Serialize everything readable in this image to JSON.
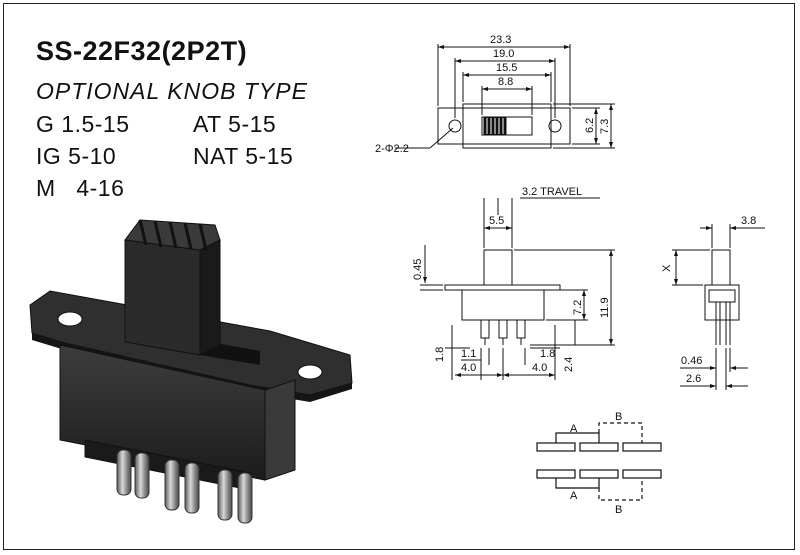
{
  "title": "SS-22F32(2P2T)",
  "subtitle": "OPTIONAL KNOB TYPE",
  "specs": {
    "g": "G 1.5-15",
    "at": "AT  5-15",
    "ig": "IG  5-10",
    "nat": "NAT 5-15",
    "m": "M   4-16"
  },
  "top_view": {
    "dim_overall": "23.3",
    "dim_holes": "19.0",
    "dim_body": "15.5",
    "dim_slot": "8.8",
    "dim_height_inner": "6.2",
    "dim_height_outer": "7.3",
    "dim_hole_dia": "2-Φ2.2"
  },
  "front_view": {
    "travel": "3.2 TRAVEL",
    "knob_width": "5.5",
    "knob_offset": "0.45",
    "height_body": "7.2",
    "height_total": "11.9",
    "pin_length": "1.8",
    "pin_width": "1.1",
    "pitch_left": "4.0",
    "pin_length_right": "1.8",
    "pitch_right": "4.0",
    "pin_height": "2.4"
  },
  "side_view": {
    "knob_width": "3.8",
    "knob_height": "X",
    "pin_thickness": "0.46",
    "pin_spacing": "2.6"
  },
  "schematic": {
    "label_a_top": "A",
    "label_b_top": "B",
    "label_a_bottom": "A",
    "label_b_bottom": "B"
  }
}
